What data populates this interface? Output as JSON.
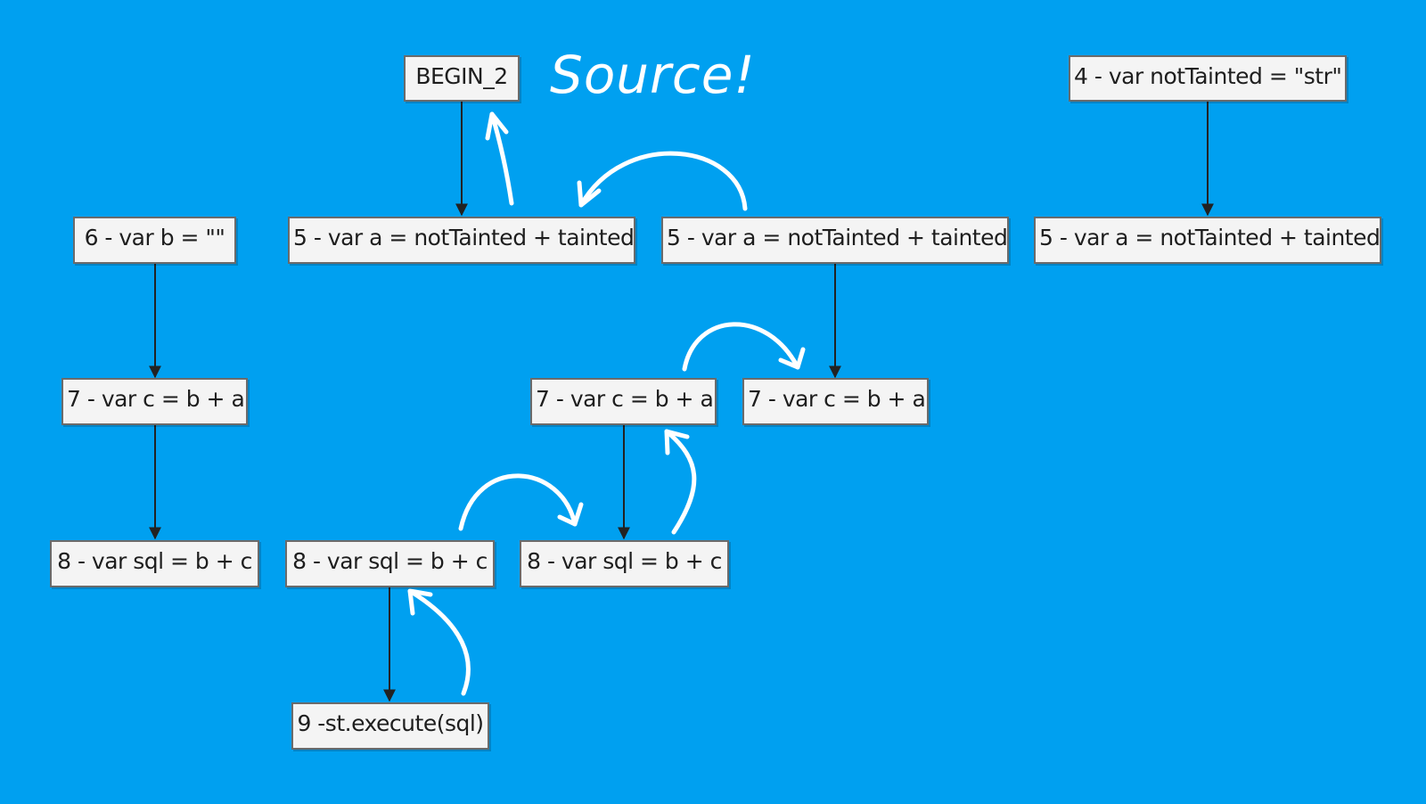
{
  "nodes": {
    "begin": "BEGIN_2",
    "assign_not_tainted": "4 - var notTainted = \"str\"",
    "line5_a": "5 - var a = notTainted + tainted",
    "line5_b": "5 - var a = notTainted + tainted",
    "line5_c": "5 - var a = notTainted + tainted",
    "line6": "6 - var b = \"\"",
    "line7_a": "7 - var c = b + a",
    "line7_b": "7 - var c = b + a",
    "line7_c": "7 - var c = b + a",
    "line8_a": "8 - var sql = b + c",
    "line8_b": "8 - var sql = b + c",
    "line8_c": "8 - var sql = b + c",
    "line9": "9 -st.execute(sql)"
  },
  "annotation": "Source!",
  "colors": {
    "background": "#00a0f0",
    "node_fill": "#f4f4f4",
    "node_border": "#6b6b6b",
    "edge": "#222222",
    "trace_arrow": "#ffffff"
  }
}
